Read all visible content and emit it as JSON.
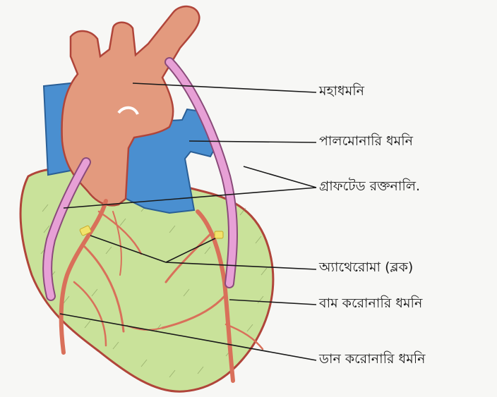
{
  "figure": {
    "colors": {
      "heart": "#c9e29a",
      "heart_outline": "#b0453a",
      "aorta": "#e39a7e",
      "pulmonary": "#4a8fd0",
      "graft": "#e7a0d6",
      "artery": "#d9705a",
      "atheroma": "#f2e36a",
      "leader": "#1a1a1a"
    },
    "labels": {
      "aorta": "মহাধমনি",
      "pulmonary_artery": "পালমোনারি ধমনি",
      "grafted_vessel": "গ্রাফটেড রক্তনালি.",
      "atheroma": "অ্যাথেরোমা (ব্লক)",
      "left_coronary": "বাম করোনারি  ধমনি",
      "right_coronary": "ডান করোনারি ধমনি"
    }
  }
}
